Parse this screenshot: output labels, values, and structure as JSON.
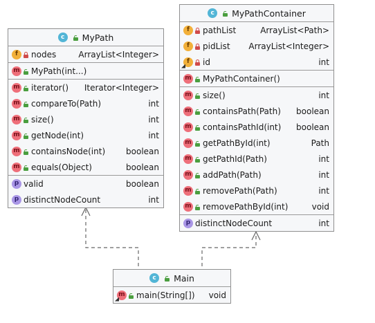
{
  "mypath": {
    "name": "MyPath",
    "fields": [
      {
        "name": "nodes",
        "type": "ArrayList<Integer>"
      }
    ],
    "constructors": [
      {
        "name": "MyPath(int...)",
        "type": ""
      }
    ],
    "methods": [
      {
        "name": "iterator()",
        "type": "Iterator<Integer>"
      },
      {
        "name": "compareTo(Path)",
        "type": "int"
      },
      {
        "name": "size()",
        "type": "int"
      },
      {
        "name": "getNode(int)",
        "type": "int"
      },
      {
        "name": "containsNode(int)",
        "type": "boolean"
      },
      {
        "name": "equals(Object)",
        "type": "boolean"
      }
    ],
    "properties": [
      {
        "name": "valid",
        "type": "boolean"
      },
      {
        "name": "distinctNodeCount",
        "type": "int"
      }
    ]
  },
  "mypathcontainer": {
    "name": "MyPathContainer",
    "fields": [
      {
        "name": "pathList",
        "type": "ArrayList<Path>"
      },
      {
        "name": "pidList",
        "type": "ArrayList<Integer>"
      },
      {
        "name": "id",
        "type": "int"
      }
    ],
    "constructors": [
      {
        "name": "MyPathContainer()",
        "type": ""
      }
    ],
    "methods": [
      {
        "name": "size()",
        "type": "int"
      },
      {
        "name": "containsPath(Path)",
        "type": "boolean"
      },
      {
        "name": "containsPathId(int)",
        "type": "boolean"
      },
      {
        "name": "getPathById(int)",
        "type": "Path"
      },
      {
        "name": "getPathId(Path)",
        "type": "int"
      },
      {
        "name": "addPath(Path)",
        "type": "int"
      },
      {
        "name": "removePath(Path)",
        "type": "int"
      },
      {
        "name": "removePathById(int)",
        "type": "void"
      }
    ],
    "properties": [
      {
        "name": "distinctNodeCount",
        "type": "int"
      }
    ]
  },
  "main": {
    "name": "Main",
    "methods": [
      {
        "name": "main(String[])",
        "type": "void"
      }
    ]
  },
  "icons": {
    "class": "c",
    "field": "f",
    "method": "m",
    "property": "p"
  },
  "colors": {
    "class_icon": "#52b5d6",
    "field_icon": "#f2b03a",
    "method_icon": "#ee6f7a",
    "property_icon": "#a996e6",
    "public": "#4a9e3f",
    "private": "#d04b4b",
    "connector": "#666666"
  }
}
